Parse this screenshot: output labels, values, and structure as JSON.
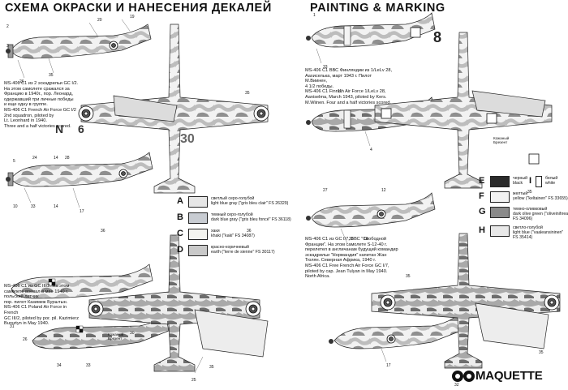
{
  "titles": {
    "russian": "СХЕМА ОКРАСКИ И НАНЕСЕНИЯ ДЕКАЛЕЙ",
    "english": "PAINTING & MARKING"
  },
  "codes": {
    "french_1": "N",
    "french_2": "6",
    "french_3": "30",
    "french_1b": "8"
  },
  "captions": {
    "french": "MS-406 C1 из 2 эскадрильи GC I/2.\nНа этом самолете сражался за\nФранцию в 1940г., пор. Леонард,\nодержавший три личные победы\nи еще одну в группе.\nMS-406 C1 French Air Force GC I/2\n2nd squadron, piloted by\nLt. Leonhard in 1940.\nThree and a half victories scored.",
    "finnish": "MS-406 C1 ВВС Финляндии из 1/LeLv 28,\nАахиселька, март 1943 г. Пилот М.Виинен,\n4 1/2 победы.\nMS-406 C1 Finnish Air Force 1/LeLv 28,\nAaniselma, March 1943, piloted by Kers.\nM.Wiinen. Four and a half victories scored.",
    "polish": "MS-406 C1 из GC III/2. На этом\nсамолете воевал в мае 1940 г.\nпольский летчик\nпор. пилот Казимеж Бурштын.\nMS-406 C1 Poland Air Force in French\nGC III/2, piloted by por. pil. Kazimierz\nBursztyn in May 1940.",
    "africa": "MS-406 C1 из GC I/7, ВВС \"Свободной\nФранции\". На этом самолете S-12-40 г.\nперелетел в англичанам будущий командир\nэскадрильи \"Нормандия\" капитан Жан\nТюлян. Северная Африка, 1940 г.\nMS-406 C1 Free French Air Force GC I/7,\npiloted by cap. Jean Tulyan in May 1940.\nNorth Africa.",
    "note_left": "Кожаный\nБрезент",
    "note_right": "Кожаный\nБрезент"
  },
  "legend": [
    {
      "letter": "A",
      "color": "#e6e6e6",
      "text": "светлый серо-голубой\nlight blue gray (\"gris bleu clair\" FS 26329)"
    },
    {
      "letter": "B",
      "color": "#c8ccd2",
      "text": "темный серо-голубой\ndark blue gray (\"gris bleu foncé\" FS 36118)"
    },
    {
      "letter": "C",
      "color": "#f4f4f0",
      "text": "хаки\nkhaki (\"kaki\" FS 34087)"
    },
    {
      "letter": "D",
      "color": "#c9c9c9",
      "text": "красно-коричневый\nearth (\"terre de sienne\" FS 30117)"
    },
    {
      "letter": "E",
      "color": "#2b2b2b",
      "text": "черный\nblack"
    },
    {
      "letter": "I",
      "color": "#ffffff",
      "text": "белый\nwhite"
    },
    {
      "letter": "F",
      "color": "#f2f2f2",
      "text": "желтый\nyellow (\"keltainen\" FS 33655)"
    },
    {
      "letter": "G",
      "color": "#8a8a8a",
      "text": "темно-оливковый\ndark olive green (\"oliveinihrea\"\nFS 34096)"
    },
    {
      "letter": "H",
      "color": "#e8e8e8",
      "text": "светло-голубой\nlight blue (\"vaaleansininen\"\nFS 35414)"
    }
  ],
  "brand": {
    "name": "MAQUETTE"
  }
}
